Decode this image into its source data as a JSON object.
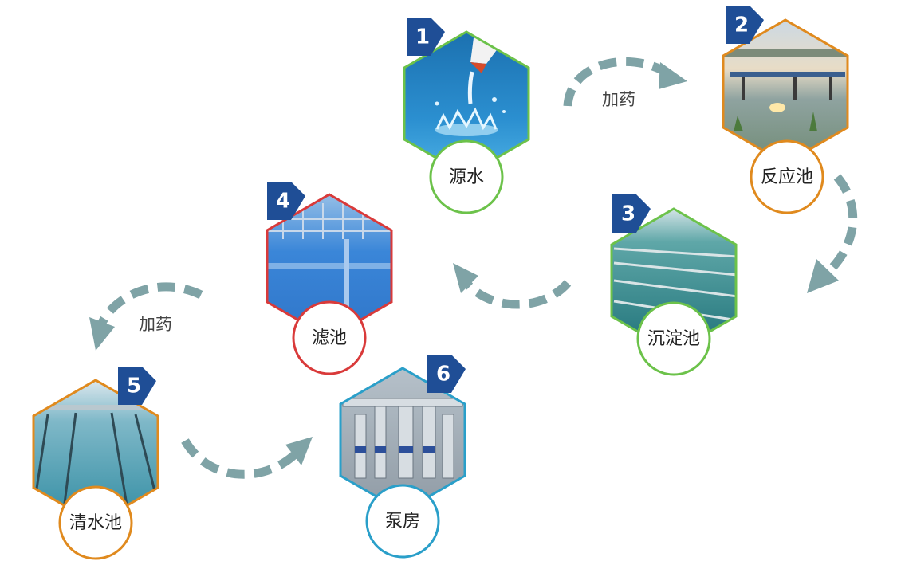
{
  "steps": [
    {
      "num": "1",
      "label": "源水",
      "border": "#6cc24a",
      "theme": "water-splash"
    },
    {
      "num": "2",
      "label": "反应池",
      "border": "#e08a1e",
      "theme": "reaction-basin"
    },
    {
      "num": "3",
      "label": "沉淀池",
      "border": "#6cc24a",
      "theme": "sedimentation-tank"
    },
    {
      "num": "4",
      "label": "滤池",
      "border": "#d93a3a",
      "theme": "filter-basin"
    },
    {
      "num": "5",
      "label": "清水池",
      "border": "#e08a1e",
      "theme": "clear-water-tank"
    },
    {
      "num": "6",
      "label": "泵房",
      "border": "#2a9fc9",
      "theme": "pump-room"
    }
  ],
  "edges": [
    {
      "from": "1",
      "to": "2",
      "label": "加药"
    },
    {
      "from": "2",
      "to": "3",
      "label": ""
    },
    {
      "from": "3",
      "to": "4",
      "label": ""
    },
    {
      "from": "4",
      "to": "5",
      "label": "加药"
    },
    {
      "from": "5",
      "to": "6",
      "label": ""
    }
  ],
  "colors": {
    "arrow": "#7fa3a6",
    "badge": "#1f4e96"
  }
}
